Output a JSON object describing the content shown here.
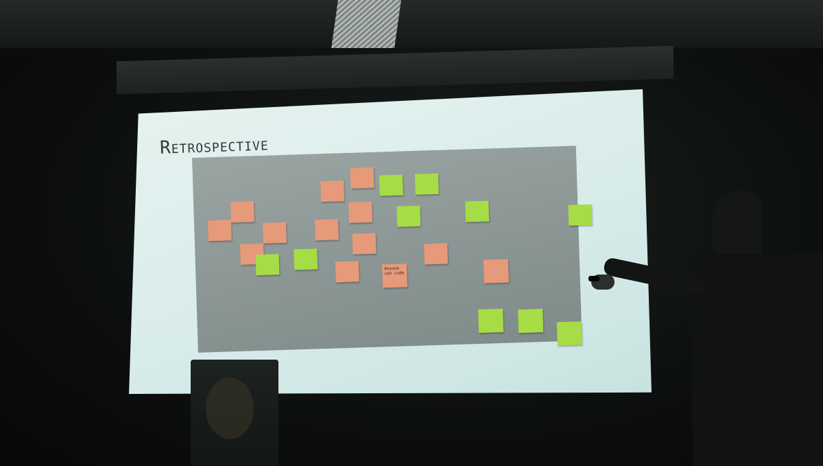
{
  "slide": {
    "title": "Retrospective"
  },
  "notes": [
    {
      "color": "pink",
      "text": ""
    },
    {
      "color": "pink",
      "text": ""
    },
    {
      "color": "pink",
      "text": ""
    },
    {
      "color": "pink",
      "text": ""
    },
    {
      "color": "pink",
      "text": ""
    },
    {
      "color": "pink",
      "text": ""
    },
    {
      "color": "pink",
      "text": ""
    },
    {
      "color": "pink",
      "text": ""
    },
    {
      "color": "pink",
      "text": ""
    },
    {
      "color": "pink",
      "text": "Anyone can code"
    },
    {
      "color": "pink",
      "text": ""
    },
    {
      "color": "pink",
      "text": ""
    },
    {
      "color": "pink",
      "text": ""
    },
    {
      "color": "green",
      "text": ""
    },
    {
      "color": "green",
      "text": ""
    },
    {
      "color": "green",
      "text": ""
    },
    {
      "color": "green",
      "text": ""
    },
    {
      "color": "green",
      "text": ""
    },
    {
      "color": "green",
      "text": ""
    },
    {
      "color": "green",
      "text": ""
    },
    {
      "color": "green",
      "text": ""
    },
    {
      "color": "green",
      "text": ""
    },
    {
      "color": "green",
      "text": ""
    }
  ],
  "colors": {
    "pink_note": "#e69a7a",
    "green_note": "#a6dd46",
    "screen": "#dceeec",
    "room": "#0b0d0c"
  }
}
